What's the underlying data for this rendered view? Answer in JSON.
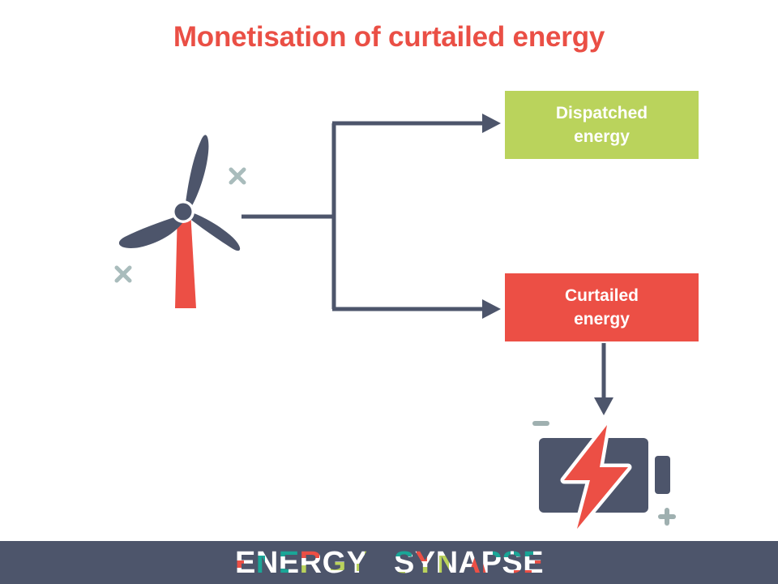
{
  "slide": {
    "background_color": "#ffffff",
    "title": "Monetisation of curtailed energy",
    "title_color": "#ea4f45"
  },
  "diagram": {
    "type": "flow-diagram",
    "source_node": {
      "name": "wind-turbine",
      "icon": "wind-turbine-icon",
      "blade_color": "#4d556b",
      "tower_color": "#ec4f45",
      "decorations": [
        "x-mark",
        "x-mark"
      ],
      "decoration_color": "#a9bcbc"
    },
    "connectors": [
      {
        "name": "stem",
        "from": "wind-turbine",
        "to": "branch-point",
        "style": "line",
        "color": "#4d556b"
      },
      {
        "name": "branch-to-dispatched",
        "from": "branch-point",
        "to": "dispatched-energy",
        "style": "elbow-arrow",
        "color": "#4d556b"
      },
      {
        "name": "branch-to-curtailed",
        "from": "branch-point",
        "to": "curtailed-energy",
        "style": "elbow-arrow",
        "color": "#4d556b"
      },
      {
        "name": "curtailed-to-battery",
        "from": "curtailed-energy",
        "to": "battery",
        "style": "straight-arrow",
        "color": "#4d556b"
      }
    ],
    "nodes": [
      {
        "id": "dispatched-energy",
        "label": "Dispatched\nenergy",
        "line1": "Dispatched",
        "line2": "energy",
        "fill": "#bad35c",
        "text_color": "#ffffff"
      },
      {
        "id": "curtailed-energy",
        "label": "Curtailed\nenergy",
        "line1": "Curtailed",
        "line2": "energy",
        "fill": "#ec4f45",
        "text_color": "#ffffff"
      }
    ],
    "sink_node": {
      "name": "battery",
      "icon": "battery-bolt-icon",
      "body_color": "#4d556b",
      "bolt_color": "#ec4f45",
      "bolt_outline": "#ffffff",
      "minus_sign": "−",
      "plus_sign": "+",
      "sign_color": "#9fb0b0"
    }
  },
  "footer": {
    "bar_color": "#4d556b",
    "brand_word_1": "ENERGY",
    "brand_word_2": "SYNAPSE",
    "brand_base_color": "#ffffff",
    "accent_colors": [
      "#ec4f45",
      "#1aa697",
      "#bad35c",
      "#ffffff"
    ]
  }
}
